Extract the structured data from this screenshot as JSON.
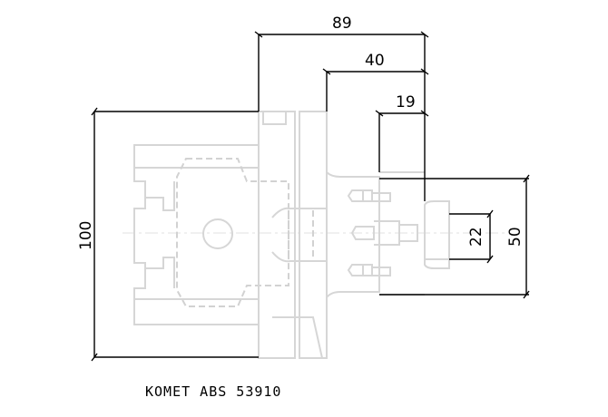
{
  "dimensions": {
    "d89": "89",
    "d40": "40",
    "d19": "19",
    "d100": "100",
    "d22": "22",
    "d50": "50"
  },
  "caption": "KOMET ABS 53910",
  "colors": {
    "dimension_lines": "#000000",
    "part_outline": "#d6d6d6",
    "background": "#ffffff"
  }
}
